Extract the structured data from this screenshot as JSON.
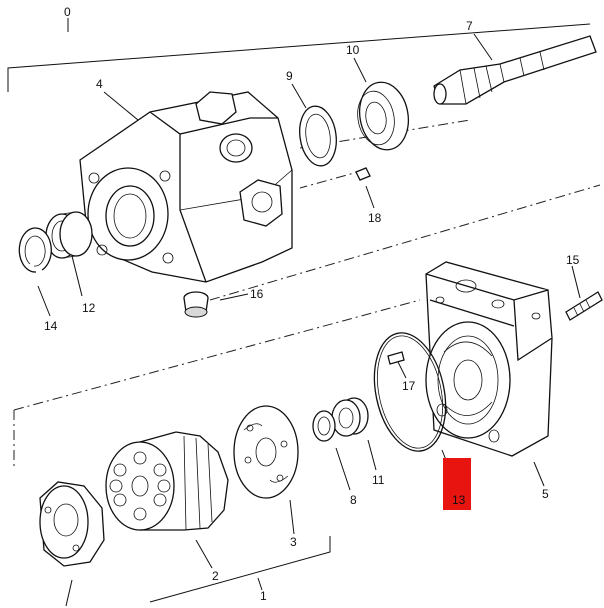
{
  "callouts": {
    "c0": "0",
    "c1": "1",
    "c2": "2",
    "c3": "3",
    "c4": "4",
    "c5": "5",
    "c7": "7",
    "c8": "8",
    "c9": "9",
    "c10": "10",
    "c11": "11",
    "c12": "12",
    "c13": "13",
    "c14": "14",
    "c15": "15",
    "c16": "16",
    "c17": "17",
    "c18": "18"
  },
  "highlight": {
    "label": "13",
    "color": "#e8140f",
    "text_color": "#111111"
  },
  "colors": {
    "line": "#111111",
    "background": "#ffffff"
  }
}
